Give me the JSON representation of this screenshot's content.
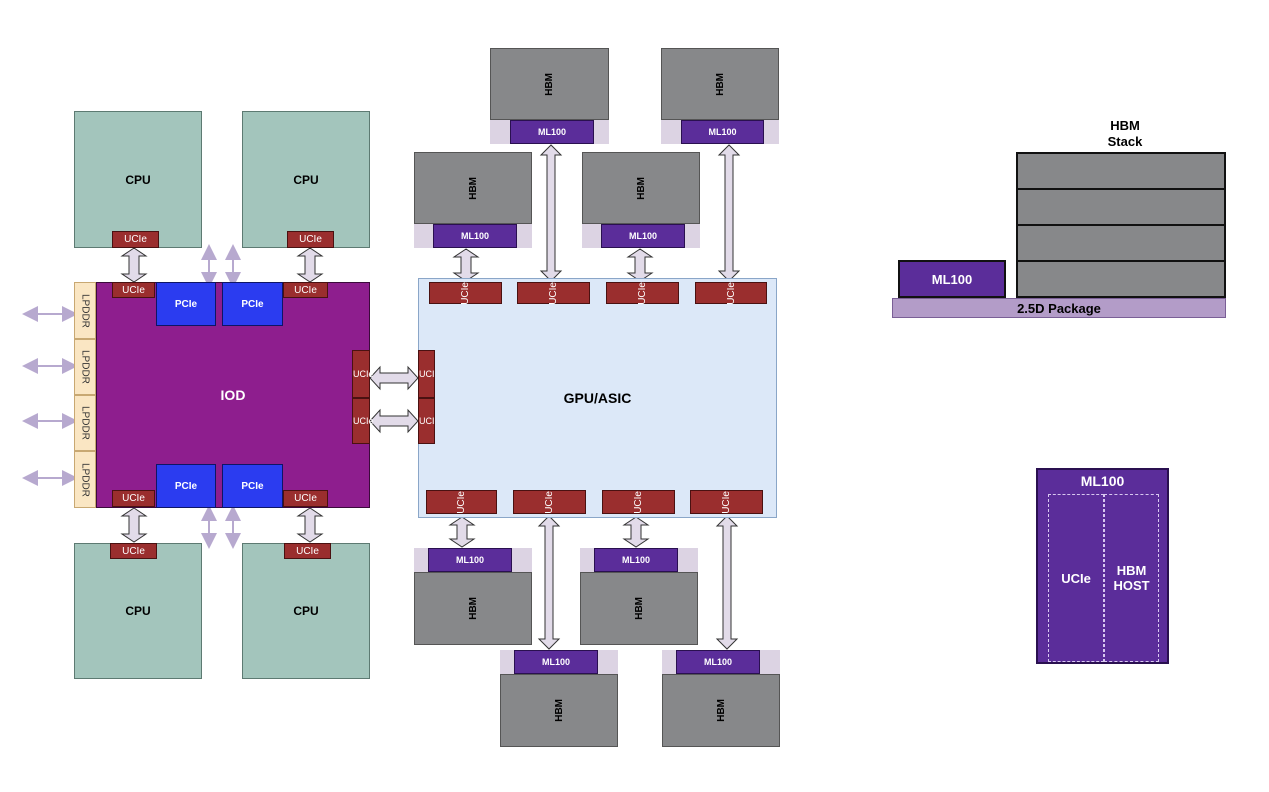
{
  "labels": {
    "cpu": "CPU",
    "ucie": "UCIe",
    "pcie": "PCIe",
    "lpddr": "LPDDR",
    "iod": "IOD",
    "gpu": "GPU/ASIC",
    "hbm": "HBM",
    "ml100": "ML100",
    "ucie_side_top": "UCIe",
    "ucie_side_bottom": "UCIe"
  },
  "legend_stack": {
    "title_line1": "HBM",
    "title_line2": "Stack",
    "ml100": "ML100",
    "package": "2.5D Package"
  },
  "legend_ml100": {
    "title": "ML100",
    "left": "UCIe",
    "right_line1": "HBM",
    "right_line2": "HOST"
  },
  "colors": {
    "cpu": "#a3c5bc",
    "ucie": "#9a2e2e",
    "iod": "#8e1e8e",
    "pcie": "#2b3cf0",
    "lpddr": "#fae6c3",
    "gpu": "#dce8f8",
    "hbm": "#87888a",
    "ml100": "#5b2d9a",
    "package": "#b39cc8",
    "arrow": "#b7a9cf"
  }
}
